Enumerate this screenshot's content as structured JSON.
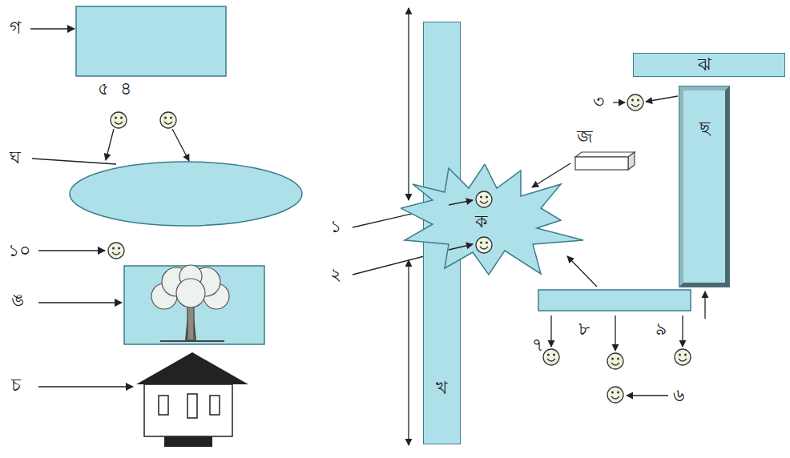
{
  "diagram": {
    "nodes": [
      {
        "text": [
          "ঝ"
        ]
      },
      {
        "text": [
          "ছ"
        ]
      },
      {
        "text": [
          "ক"
        ]
      },
      {
        "text": [
          "খ"
        ]
      }
    ],
    "labels": [
      "গ",
      "৫",
      "৪",
      "ঘ",
      "১০",
      "ঙ",
      "চ",
      "১",
      "২",
      "জ",
      "৩",
      "৭",
      "৮",
      "৯",
      "৬"
    ]
  }
}
